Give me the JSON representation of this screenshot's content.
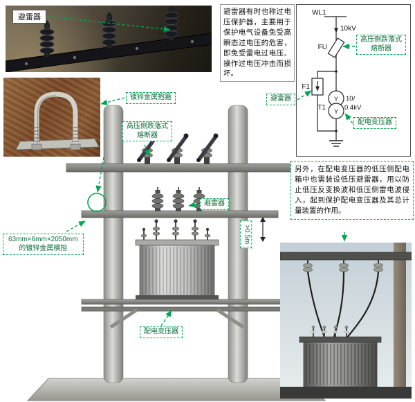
{
  "colors": {
    "green": "#00a651"
  },
  "photo_arresters": {
    "label": "避雷器"
  },
  "note_top": {
    "text": "避雷器有时也称过电压保护器，主要用于保护电气设备免受高瞬态过电压的危害，即免受雷电过电压、操作过电压冲击而损坏。"
  },
  "schematic": {
    "wl1": "WL1",
    "voltage": "10kV",
    "fu": "FU",
    "f1": "F1",
    "t1": "T1",
    "ratio_line1": "10/",
    "ratio_line2": "0.4kV",
    "winding_top": "Y",
    "winding_bottom": "Y",
    "fuse_label_line1": "高压侧跌落式",
    "fuse_label_line2": "熔断器",
    "arrester_label": "避雷器",
    "transformer_label": "配电变压器"
  },
  "photo_clamp": {
    "label": "镀锌金属抱箍"
  },
  "pole_drawing": {
    "fuse_label_line1": "高压侧跌落式",
    "fuse_label_line2": "熔断器",
    "arrester_label": "避雷器",
    "transformer_label": "配电变压器",
    "crossarm_label_line1": "63mm×6mm×2050mm",
    "crossarm_label_line2": "的镀锌金属横担",
    "clearance_dimension": ">0.5m"
  },
  "note_right": {
    "text": "另外，在配电变压器的低压侧配电箱中也需装设低压避雷器，用以防止低压反变换波和低压侧雷电波侵入，起到保护配电变压器及其总计量装置的作用。"
  }
}
